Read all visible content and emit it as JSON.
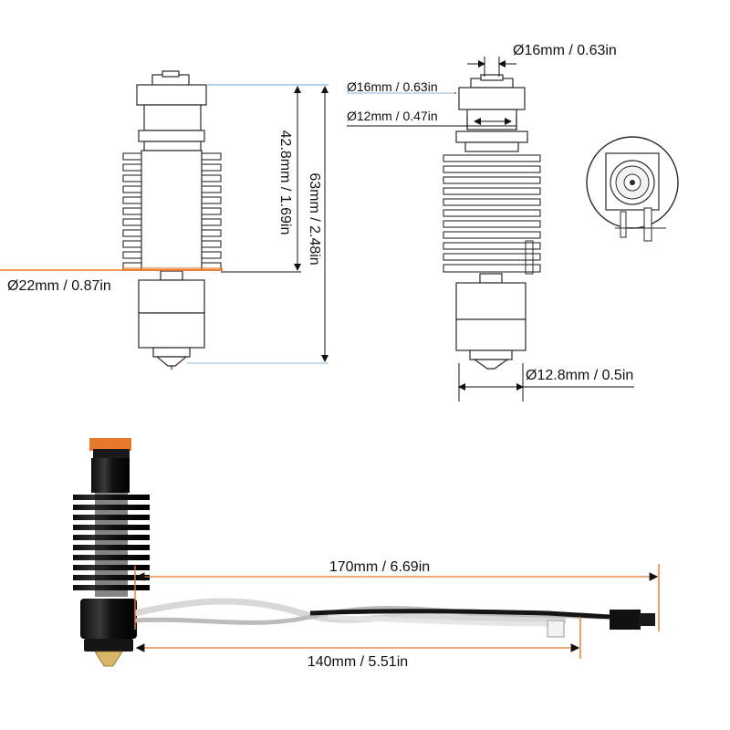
{
  "dimensions": {
    "total_height": "63mm / 2.48in",
    "heatsink_height": "42.8mm / 1.69in",
    "heatsink_diameter": "Ø22mm / 0.87in",
    "top_diameter": "Ø16mm / 0.63in",
    "collar_diameter": "Ø16mm / 0.63in",
    "neck_diameter": "Ø12mm / 0.47in",
    "heater_block_diameter": "Ø12.8mm / 0.5in",
    "wire_length_long": "170mm / 6.69in",
    "wire_length_short": "140mm / 5.51in"
  },
  "colors": {
    "accent_orange": "#e8792a",
    "accent_blue": "#8ab4e0",
    "line": "#111111",
    "metal_dark": "#1c1c1c",
    "wire_gray": "#d8d8d8",
    "brass": "#d9b56a"
  }
}
